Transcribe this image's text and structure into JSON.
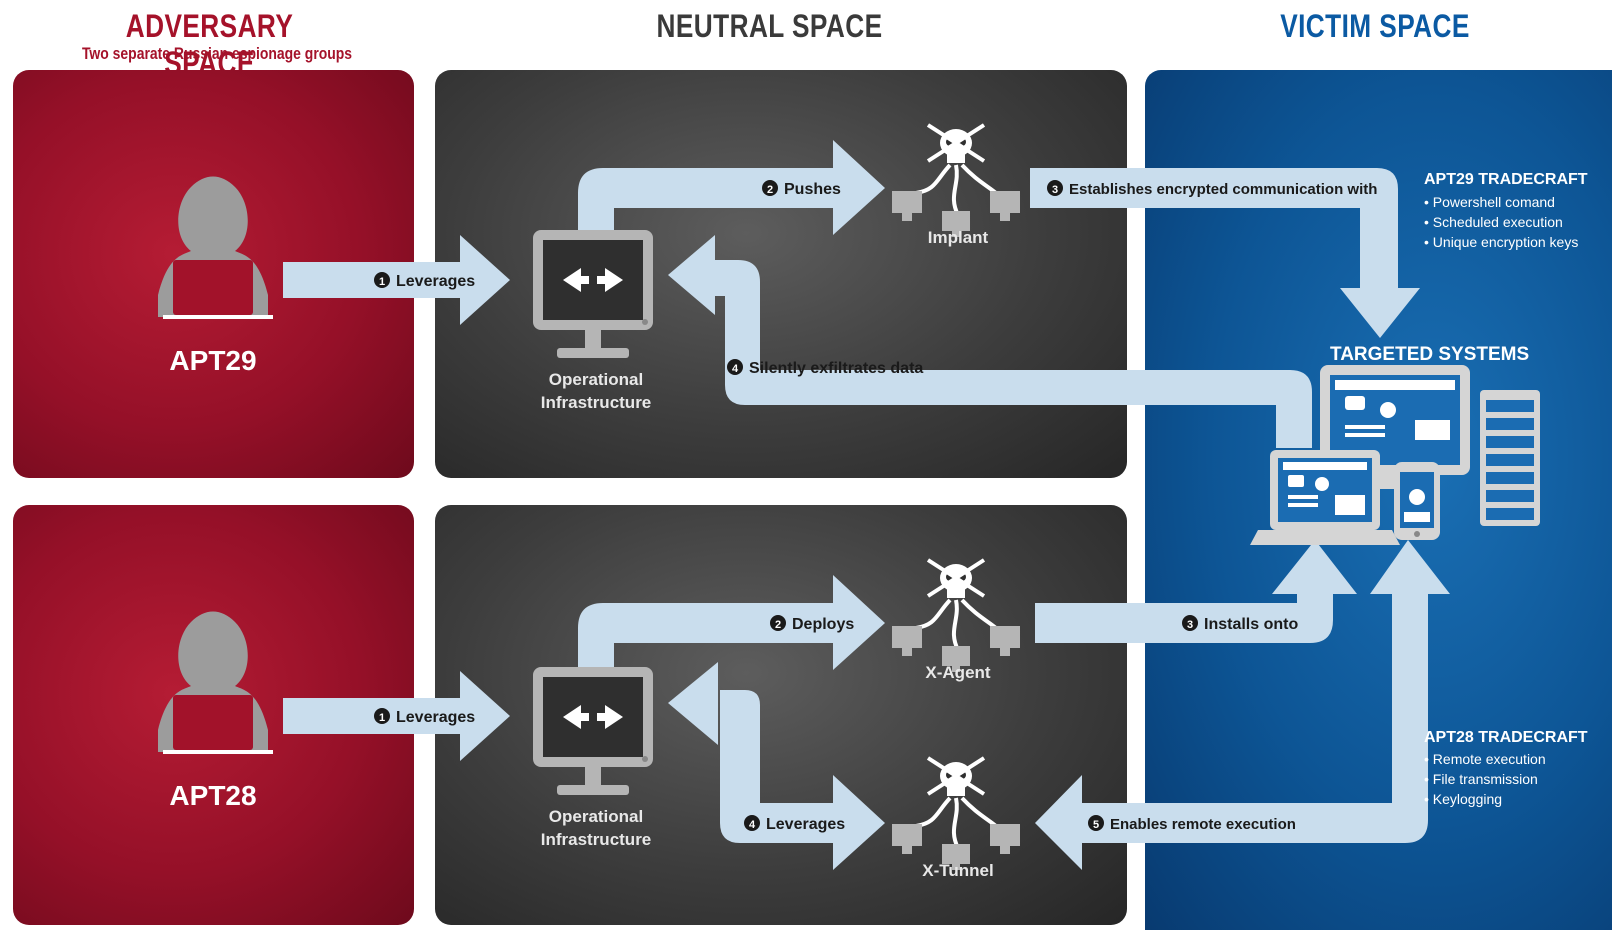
{
  "headers": {
    "adversary": "ADVERSARY SPACE",
    "adversary_sub": "Two separate Russian espionage groups",
    "neutral": "NEUTRAL SPACE",
    "victim": "VICTIM SPACE"
  },
  "apt29": {
    "name": "APT29",
    "infra_line1": "Operational",
    "infra_line2": "Infrastructure",
    "implant": "Implant",
    "step1": {
      "num": "1",
      "label": "Leverages"
    },
    "step2": {
      "num": "2",
      "label": "Pushes"
    },
    "step3": {
      "num": "3",
      "label": "Establishes encrypted communication with"
    },
    "step4": {
      "num": "4",
      "label": "Silently exfiltrates data"
    },
    "tradecraft_title": "APT29 TRADECRAFT",
    "tradecraft": [
      "• Powershell comand",
      "• Scheduled execution",
      "• Unique encryption keys"
    ]
  },
  "apt28": {
    "name": "APT28",
    "infra_line1": "Operational",
    "infra_line2": "Infrastructure",
    "xagent": "X-Agent",
    "xtunnel": "X-Tunnel",
    "step1": {
      "num": "1",
      "label": "Leverages"
    },
    "step2": {
      "num": "2",
      "label": "Deploys"
    },
    "step3": {
      "num": "3",
      "label": "Installs onto"
    },
    "step4": {
      "num": "4",
      "label": "Leverages"
    },
    "step5": {
      "num": "5",
      "label": "Enables remote execution"
    },
    "tradecraft_title": "APT28 TRADECRAFT",
    "tradecraft": [
      "• Remote execution",
      "• File transmission",
      "• Keylogging"
    ]
  },
  "targets": {
    "title": "TARGETED SYSTEMS"
  },
  "icons": [
    "hacker-icon",
    "monitor-icon",
    "skull-crossbones-icon",
    "laptop-icon",
    "tablet-icon",
    "phone-icon",
    "server-icon"
  ],
  "colors": {
    "adversary": "#9a1229",
    "neutral": "#3d3d3d",
    "victim": "#0d5595",
    "arrow": "#c9dded"
  }
}
